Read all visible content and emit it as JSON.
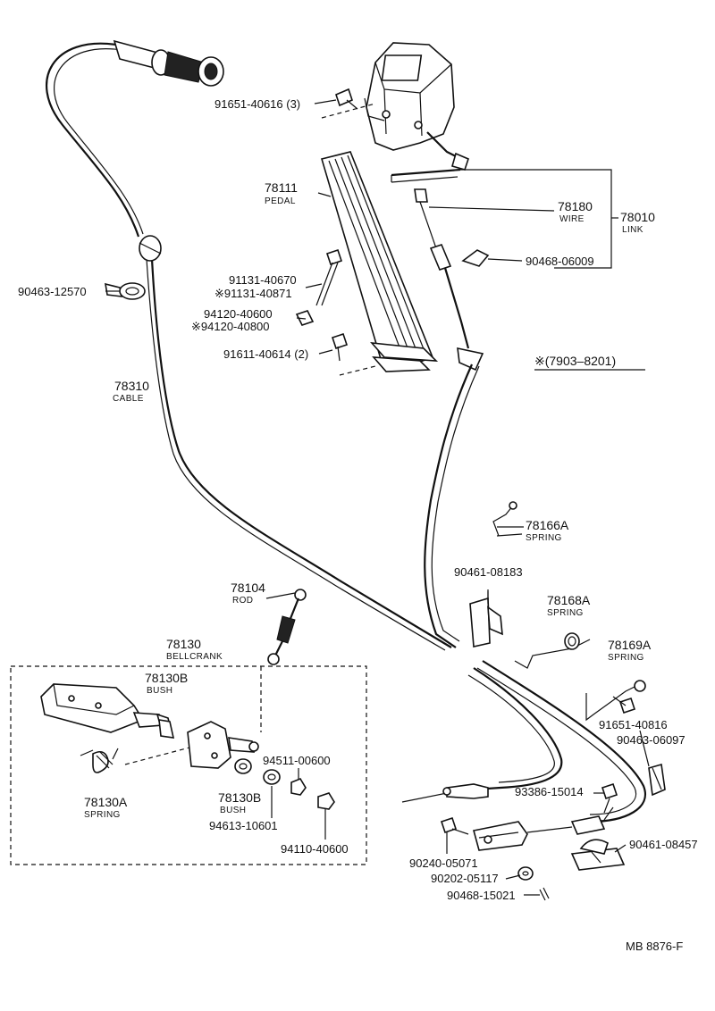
{
  "labels": {
    "p91651_40616": "91651-40616 (3)",
    "p78111": "78111",
    "pedal": "PEDAL",
    "p78180": "78180",
    "wire": "WIRE",
    "p78010": "78010",
    "link": "LINK",
    "p90468_06009": "90468-06009",
    "p90463_12570": "90463-12570",
    "p91131_40670": "91131-40670",
    "p91131_40871": "※91131-40871",
    "p94120_40600": "94120-40600",
    "p94120_40800": "※94120-40800",
    "p91611_40614": "91611-40614 (2)",
    "note_7903_8201": "※(7903–8201)",
    "p78310": "78310",
    "cable": "CABLE",
    "p78166A": "78166A",
    "spring_78166A": "SPRING",
    "p90461_08183": "90461-08183",
    "p78168A": "78168A",
    "spring_78168A": "SPRING",
    "p78104": "78104",
    "rod": "ROD",
    "p78169A": "78169A",
    "spring_78169A": "SPRING",
    "p78130": "78130",
    "bellcrank": "BELLCRANK",
    "p78130B_a": "78130B",
    "bush_a": "BUSH",
    "p91651_40816": "91651-40816",
    "p90463_06097": "90463-06097",
    "p94511_00600": "94511-00600",
    "p78130A": "78130A",
    "spring_78130A": "SPRING",
    "p78130B_b": "78130B",
    "bush_b": "BUSH",
    "p93386_15014": "93386-15014",
    "p94613_10601": "94613-10601",
    "p94110_40600": "94110-40600",
    "p90461_08457": "90461-08457",
    "p90240_05071": "90240-05071",
    "p90202_05117": "90202-05117",
    "p90468_15021": "90468-15021",
    "code": "MB  8876-F"
  }
}
